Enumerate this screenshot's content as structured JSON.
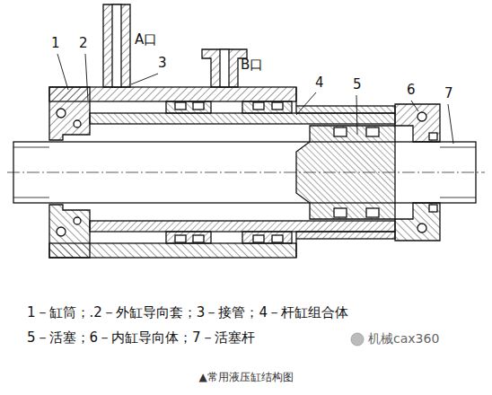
{
  "diagram": {
    "caption": "▲常用液压缸结构图",
    "labels": [
      "1",
      "2",
      "A口",
      "3",
      "B口",
      "4",
      "5",
      "6",
      "7",
      "1－缸筒；.2－外缸导向套；3－接管；4－杆缸组合体",
      "5－活塞；6－内缸导向体；7－活塞杆",
      "机械cax360"
    ]
  }
}
